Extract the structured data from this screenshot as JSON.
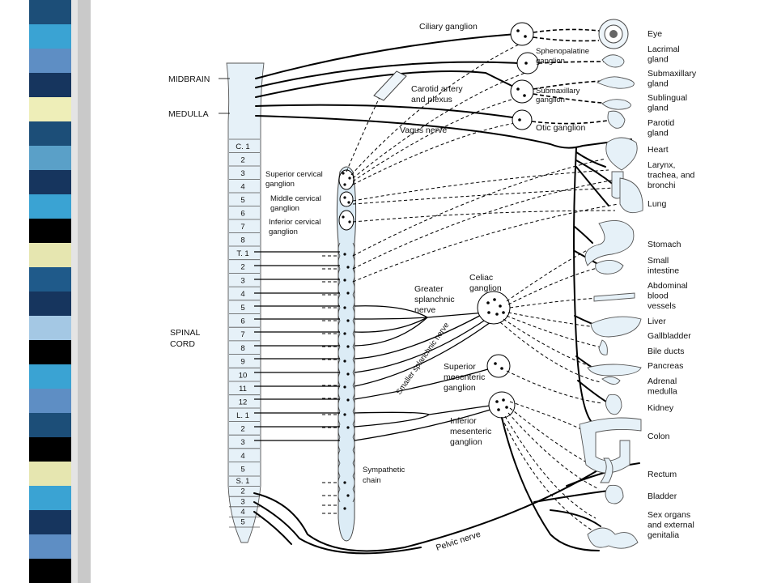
{
  "stripe": {
    "colors": [
      "#1c4e78",
      "#3aa3d3",
      "#5e8ec4",
      "#16355e",
      "#eeeeb8",
      "#1c4e78",
      "#5aa0c8",
      "#16355e",
      "#3aa3d3",
      "#000000",
      "#e6e6b0",
      "#1f5a8a",
      "#16355e",
      "#a4c8e4",
      "#000000",
      "#3aa3d3",
      "#5e8ec4",
      "#1c4e78",
      "#000000",
      "#e6e6b0",
      "#3aa3d3",
      "#16355e",
      "#5e8ec4",
      "#000000"
    ]
  },
  "labels": {
    "midbrain": "MIDBRAIN",
    "medulla": "MEDULLA",
    "spinal_cord": [
      "SPINAL",
      "CORD"
    ],
    "ciliary_ganglion": "Ciliary ganglion",
    "sphenopalatine": [
      "Sphenopalatine",
      "ganglion"
    ],
    "carotid": [
      "Carotid artery",
      "and plexus"
    ],
    "submaxillary_ganglion": [
      "Submaxillary",
      "ganglion"
    ],
    "otic": "Otic ganglion",
    "vagus": "Vagus nerve",
    "superior_cervical": [
      "Superior cervical",
      "ganglion"
    ],
    "middle_cervical": [
      "Middle cervical",
      "ganglion"
    ],
    "inferior_cervical": [
      "Inferior cervical",
      "ganglion"
    ],
    "greater_splanchnic": [
      "Greater",
      "splanchnic",
      "nerve"
    ],
    "celiac": [
      "Celiac",
      "ganglion"
    ],
    "smaller_splanchnic": "Smaller splanchnic nerve",
    "superior_mesenteric": [
      "Superior",
      "mesenteric",
      "ganglion"
    ],
    "inferior_mesenteric": [
      "Inferior",
      "mesenteric",
      "ganglion"
    ],
    "sympathetic_chain": [
      "Sympathetic",
      "chain"
    ],
    "pelvic_nerve": "Pelvic nerve"
  },
  "organs": [
    [
      "Eye"
    ],
    [
      "Lacrimal",
      "gland"
    ],
    [
      "Submaxillary",
      "gland"
    ],
    [
      "Sublingual",
      "gland"
    ],
    [
      "Parotid",
      "gland"
    ],
    [
      "Heart"
    ],
    [
      "Larynx,",
      "trachea, and",
      "bronchi"
    ],
    [
      "Lung"
    ],
    [
      "Stomach"
    ],
    [
      "Small",
      "intestine"
    ],
    [
      "Abdominal",
      "blood",
      "vessels"
    ],
    [
      "Liver"
    ],
    [
      "Gallbladder"
    ],
    [
      "Bile ducts"
    ],
    [
      "Pancreas"
    ],
    [
      "Adrenal",
      "medulla"
    ],
    [
      "Kidney"
    ],
    [
      "Colon"
    ],
    [
      "Rectum"
    ],
    [
      "Bladder"
    ],
    [
      "Sex organs",
      "and external",
      "genitalia"
    ]
  ],
  "segments": {
    "cervical": [
      "C. 1",
      "2",
      "3",
      "4",
      "5",
      "6",
      "7",
      "8"
    ],
    "thoracic": [
      "T. 1",
      "2",
      "3",
      "4",
      "5",
      "6",
      "7",
      "8",
      "9",
      "10",
      "11",
      "12"
    ],
    "lumbar": [
      "L. 1",
      "2",
      "3",
      "4",
      "5"
    ],
    "sacral": [
      "S. 1",
      "2",
      "3",
      "4",
      "5"
    ]
  }
}
